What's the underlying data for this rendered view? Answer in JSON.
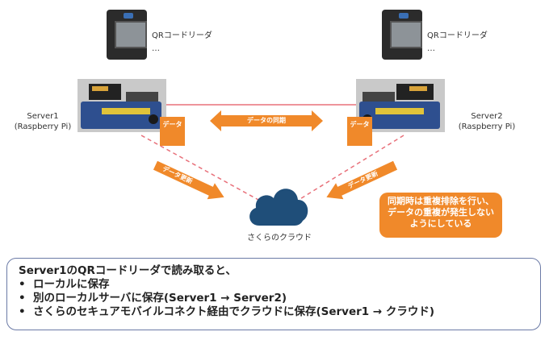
{
  "qr_reader_left": {
    "label": "QRコードリーダ",
    "ellipsis": "…"
  },
  "qr_reader_right": {
    "label": "QRコードリーダ",
    "ellipsis": "…"
  },
  "server1": {
    "name": "Server1",
    "sub": "(Raspberry Pi)",
    "data_label": "データ"
  },
  "server2": {
    "name": "Server2",
    "sub": "(Raspberry Pi)",
    "data_label": "データ"
  },
  "sync_arrow": {
    "label": "データの同期"
  },
  "update_arrow_left": {
    "label": "データ更新"
  },
  "update_arrow_right": {
    "label": "データ更新"
  },
  "cloud": {
    "label": "さくらのクラウド"
  },
  "note": {
    "lines": [
      "同期時は重複排除を行い、",
      "データの重複が発生しない",
      "ようにしている"
    ]
  },
  "summary": {
    "title": "Server1のQRコードリーダで読み取ると、",
    "items": [
      "ローカルに保存",
      "別のローカルサーバに保存(Server1 → Server2)",
      "さくらのセキュアモバイルコネクト経由でクラウドに保存(Server1 → クラウド)"
    ]
  },
  "colors": {
    "accent": "#f0892a",
    "link": "#e8707a",
    "cloud": "#1f4e79",
    "box_border": "#6b7aa6"
  }
}
